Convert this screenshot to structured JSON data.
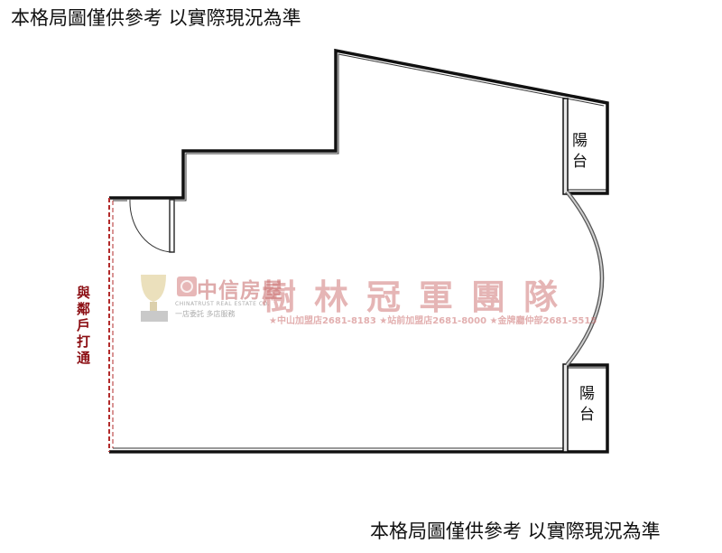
{
  "captions": {
    "top": "本格局圖僅供參考 以實際現況為準",
    "bottom": "本格局圖僅供參考 以實際現況為準"
  },
  "rooms": {
    "balcony_top": "陽台",
    "balcony_bottom": "陽台"
  },
  "annotations": {
    "knock_through": "與鄰戶打通"
  },
  "watermark": {
    "brand": "中信房屋",
    "brand_sub": "CHINATRUST REAL ESTATE CO.",
    "brand_tag": "一店委託 多店服務",
    "team": "樹林冠軍團隊",
    "branches": "★中山加盟店2681-8183 ★站前加盟店2681-8000 ★金牌廳仲部2681-5515"
  },
  "colors": {
    "wall": "#111111",
    "door": "#555555",
    "knock_through_line": "#b22a2a",
    "watermark": "#cc6e6e"
  }
}
